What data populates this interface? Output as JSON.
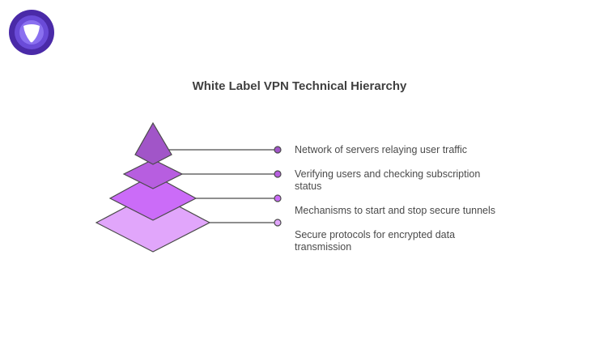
{
  "logo": {
    "icon": "vpn-shield-logo-icon",
    "colors": {
      "outer": "#4a2aa8",
      "mid": "#6a4bd8",
      "inner": "#8a70f0",
      "glyph": "#ffffff"
    }
  },
  "title": "White Label VPN Technical Hierarchy",
  "layers": [
    {
      "level": 1,
      "shape": "pyramid-top",
      "color": "#a155c8",
      "dot_color": "#a155c8",
      "label": "Network of servers relaying user traffic"
    },
    {
      "level": 2,
      "shape": "diamond",
      "color": "#b75ee0",
      "dot_color": "#b75ee0",
      "label": "Verifying users and checking subscription status"
    },
    {
      "level": 3,
      "shape": "diamond",
      "color": "#cb6cf8",
      "dot_color": "#cb6cf8",
      "label": "Mechanisms to start and stop secure tunnels"
    },
    {
      "level": 4,
      "shape": "diamond",
      "color": "#e1a6fb",
      "dot_color": "#e1a6fb",
      "label": "Secure protocols for encrypted data transmission"
    }
  ],
  "colors": {
    "stroke": "#4a4a4a",
    "text": "#4a4a4a",
    "title": "#404040"
  }
}
